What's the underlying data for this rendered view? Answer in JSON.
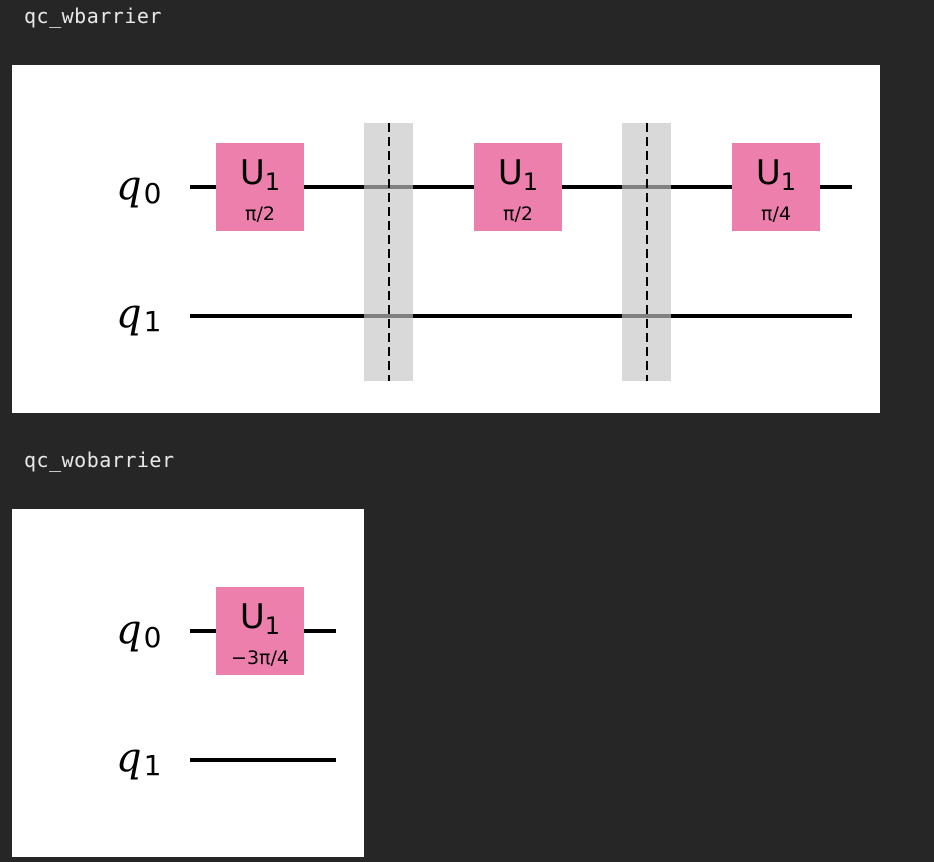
{
  "cells": [
    {
      "variable_name": "qc_wbarrier",
      "circuit": {
        "qubits": [
          {
            "letter": "q",
            "index": "0"
          },
          {
            "letter": "q",
            "index": "1"
          }
        ],
        "gates": [
          {
            "name": "U",
            "index": "1",
            "param": "π/2",
            "qubit": 0
          },
          {
            "name": "U",
            "index": "1",
            "param": "π/2",
            "qubit": 0
          },
          {
            "name": "U",
            "index": "1",
            "param": "π/4",
            "qubit": 0
          }
        ],
        "barrier_count": 2,
        "colors": {
          "gate_fill": "#ec7fab",
          "wire": "#000000",
          "barrier_fill": "#d9d9d9",
          "figure_background": "#ffffff"
        }
      }
    },
    {
      "variable_name": "qc_wobarrier",
      "circuit": {
        "qubits": [
          {
            "letter": "q",
            "index": "0"
          },
          {
            "letter": "q",
            "index": "1"
          }
        ],
        "gates": [
          {
            "name": "U",
            "index": "1",
            "param": "−3π/4",
            "qubit": 0
          }
        ],
        "barrier_count": 0,
        "colors": {
          "gate_fill": "#ec7fab",
          "wire": "#000000",
          "figure_background": "#ffffff"
        }
      }
    }
  ],
  "page_colors": {
    "background": "#262626",
    "text": "#e8e8e8"
  }
}
